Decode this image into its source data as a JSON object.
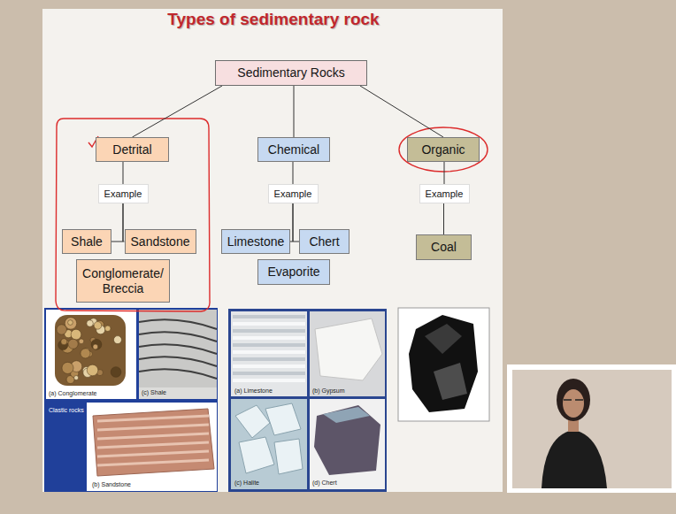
{
  "diagram": {
    "title": "Types of sedimentary rock",
    "nodes": [
      {
        "text": [
          "Sedimentary Rocks"
        ]
      },
      {
        "text": [
          "Detrital"
        ]
      },
      {
        "text": [
          "Example"
        ]
      },
      {
        "text": [
          "Shale"
        ]
      },
      {
        "text": [
          "Sandstone"
        ]
      },
      {
        "text": [
          "Conglomerate/ Breccia"
        ]
      },
      {
        "text": [
          "Chemical"
        ]
      },
      {
        "text": [
          "Example"
        ]
      },
      {
        "text": [
          "Limestone"
        ]
      },
      {
        "text": [
          "Chert"
        ]
      },
      {
        "text": [
          "Evaporite"
        ]
      },
      {
        "text": [
          "Organic"
        ]
      },
      {
        "text": [
          "Example"
        ]
      },
      {
        "text": [
          "Coal"
        ]
      }
    ],
    "edges": [
      {
        "from": 0,
        "to": 1,
        "arrow": "none"
      },
      {
        "from": 0,
        "to": 6,
        "arrow": "none"
      },
      {
        "from": 0,
        "to": 11,
        "arrow": "none"
      },
      {
        "from": 1,
        "to": 2,
        "arrow": "none"
      },
      {
        "from": 2,
        "to": 3,
        "arrow": "none"
      },
      {
        "from": 2,
        "to": 4,
        "arrow": "none"
      },
      {
        "from": 6,
        "to": 7,
        "arrow": "none"
      },
      {
        "from": 7,
        "to": 8,
        "arrow": "none"
      },
      {
        "from": 7,
        "to": 9,
        "arrow": "none"
      },
      {
        "from": 11,
        "to": 12,
        "arrow": "none"
      },
      {
        "from": 12,
        "to": 13,
        "arrow": "none"
      }
    ],
    "labels": [
      "(a) Conglomerate",
      "(c) Shale",
      "Clastic rocks",
      "(b) Sandstone",
      "(a) Limestone",
      "(b) Gypsum",
      "(c) Halite",
      "(d) Chert"
    ]
  }
}
